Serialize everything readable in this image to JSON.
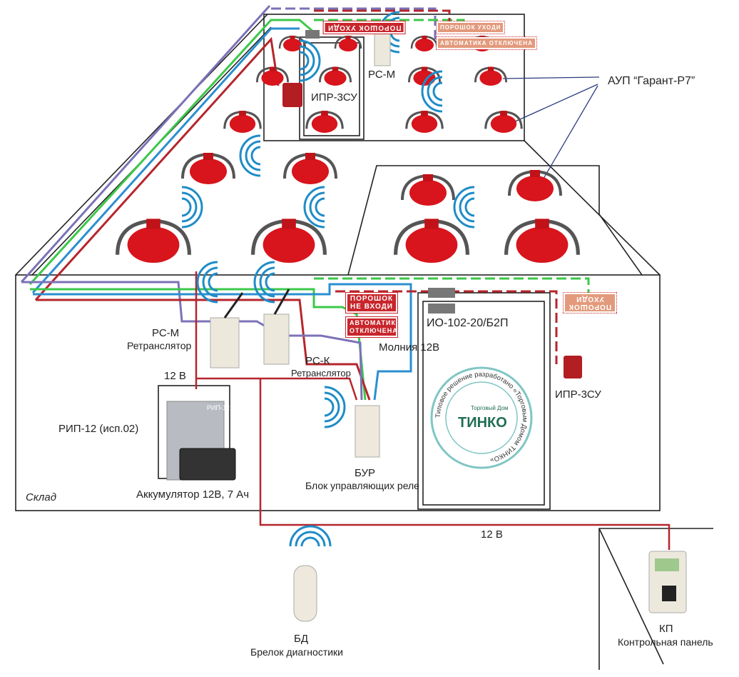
{
  "labels": {
    "aup": "АУП “Гарант-Р7”",
    "rs_m_top": "РС-М",
    "ipr_top": "ИПР-3СУ",
    "rs_m": "РС-М",
    "rs_m_sub": "Ретранслятор",
    "rs_k": "РС-К",
    "rs_k_sub": "Ретранслятор",
    "v12_top": "12 В",
    "rip": "РИП-12 (исп.02)",
    "battery": "Аккумулятор 12В, 7 Ач",
    "storage": "Склад",
    "molniya": "Молния 12В",
    "io": "ИО-102-20/Б2П",
    "ipr": "ИПР-3СУ",
    "bur": "БУР",
    "bur_sub": "Блок управляющих реле",
    "v12_bottom": "12 В",
    "bd": "БД",
    "bd_sub": "Брелок диагностики",
    "kp": "КП",
    "kp_sub": "Контрольная панель"
  },
  "signs": {
    "powder_leave": "ПОРОШОК УХОДИ",
    "powder_no_enter": "ПОРОШОК НЕ ВХОДИ",
    "automation_off": "АВТОМАТИКА ОТКЛЮЧЕНА",
    "rip_label": "РИП-12"
  },
  "seal": {
    "ring_text": "Типовое решение разработано «Торговым Домом ТИНКО»",
    "company_small": "Торговый Дом",
    "company_logo": "ТИНКО"
  },
  "colors": {
    "sprinkler": "#d8141c",
    "wire_red": "#b5262c",
    "wire_green": "#3cc84a",
    "wire_blue": "#2a8fd0",
    "wire_purple": "#7b72b8",
    "seal": "#7fc6c4",
    "logo": "#1f6e52"
  }
}
